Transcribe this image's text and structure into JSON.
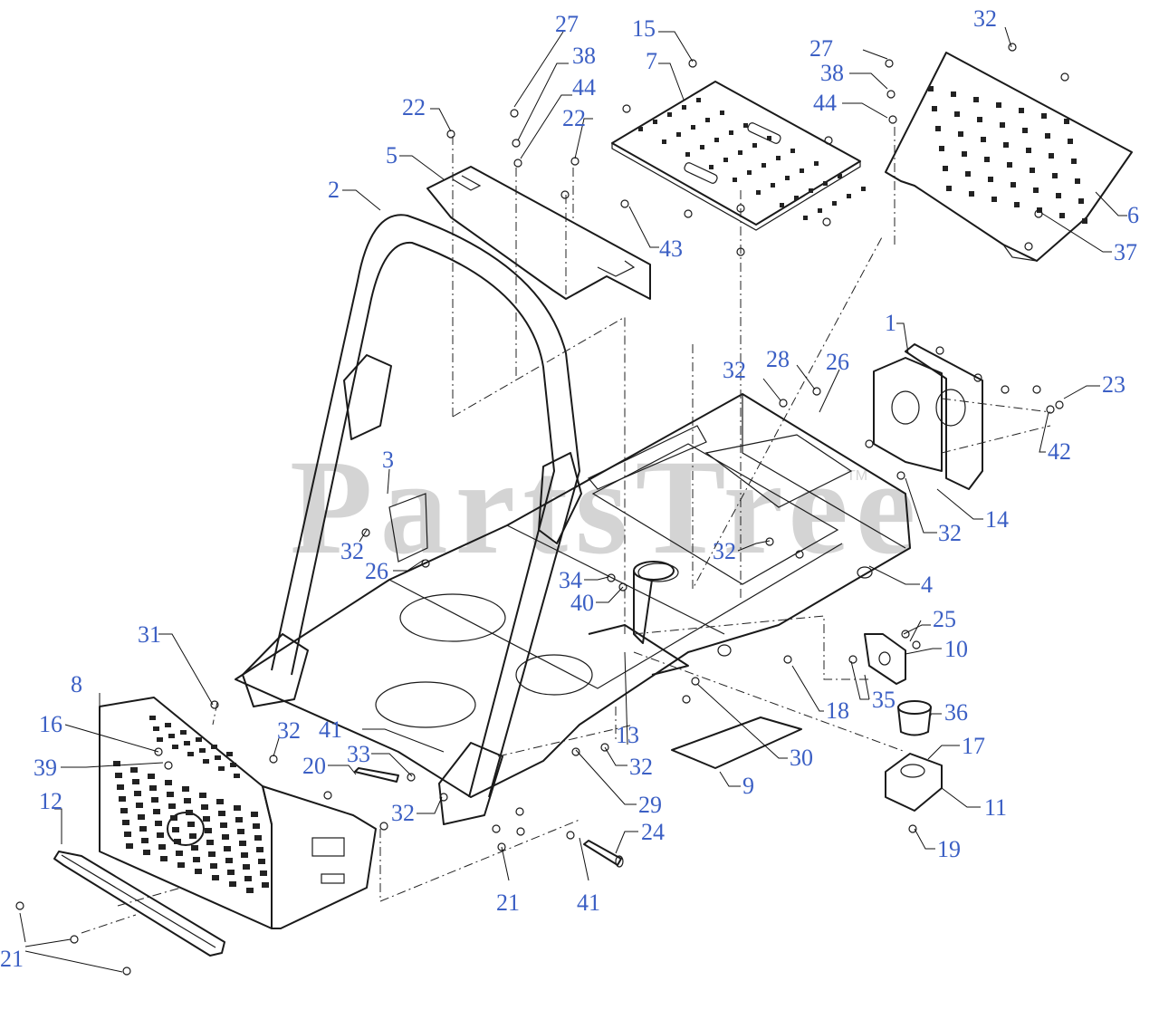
{
  "watermark": {
    "text": "PartsTree",
    "trademark": "TM"
  },
  "callouts": [
    {
      "id": "c27a",
      "text": "27"
    },
    {
      "id": "c38a",
      "text": "38"
    },
    {
      "id": "c44a",
      "text": "44"
    },
    {
      "id": "c22a",
      "text": "22"
    },
    {
      "id": "c22b",
      "text": "22"
    },
    {
      "id": "c15",
      "text": "15"
    },
    {
      "id": "c7",
      "text": "7"
    },
    {
      "id": "c27b",
      "text": "27"
    },
    {
      "id": "c38b",
      "text": "38"
    },
    {
      "id": "c44b",
      "text": "44"
    },
    {
      "id": "c32a",
      "text": "32"
    },
    {
      "id": "c5",
      "text": "5"
    },
    {
      "id": "c2",
      "text": "2"
    },
    {
      "id": "c43",
      "text": "43"
    },
    {
      "id": "c6",
      "text": "6"
    },
    {
      "id": "c37",
      "text": "37"
    },
    {
      "id": "c1",
      "text": "1"
    },
    {
      "id": "c32b",
      "text": "32"
    },
    {
      "id": "c28",
      "text": "28"
    },
    {
      "id": "c26a",
      "text": "26"
    },
    {
      "id": "c23",
      "text": "23"
    },
    {
      "id": "c42",
      "text": "42"
    },
    {
      "id": "c3",
      "text": "3"
    },
    {
      "id": "c32c",
      "text": "32"
    },
    {
      "id": "c14",
      "text": "14"
    },
    {
      "id": "c32d",
      "text": "32"
    },
    {
      "id": "c26b",
      "text": "26"
    },
    {
      "id": "c32e",
      "text": "32"
    },
    {
      "id": "c34",
      "text": "34"
    },
    {
      "id": "c4",
      "text": "4"
    },
    {
      "id": "c40",
      "text": "40"
    },
    {
      "id": "c25",
      "text": "25"
    },
    {
      "id": "c31",
      "text": "31"
    },
    {
      "id": "c10",
      "text": "10"
    },
    {
      "id": "c8",
      "text": "8"
    },
    {
      "id": "c35",
      "text": "35"
    },
    {
      "id": "c18",
      "text": "18"
    },
    {
      "id": "c36",
      "text": "36"
    },
    {
      "id": "c16",
      "text": "16"
    },
    {
      "id": "c32f",
      "text": "32"
    },
    {
      "id": "c41a",
      "text": "41"
    },
    {
      "id": "c13",
      "text": "13"
    },
    {
      "id": "c30",
      "text": "30"
    },
    {
      "id": "c17",
      "text": "17"
    },
    {
      "id": "c39",
      "text": "39"
    },
    {
      "id": "c33",
      "text": "33"
    },
    {
      "id": "c20",
      "text": "20"
    },
    {
      "id": "c32g",
      "text": "32"
    },
    {
      "id": "c9",
      "text": "9"
    },
    {
      "id": "c12",
      "text": "12"
    },
    {
      "id": "c29",
      "text": "29"
    },
    {
      "id": "c11",
      "text": "11"
    },
    {
      "id": "c32h",
      "text": "32"
    },
    {
      "id": "c24",
      "text": "24"
    },
    {
      "id": "c19",
      "text": "19"
    },
    {
      "id": "c21a",
      "text": "21"
    },
    {
      "id": "c41b",
      "text": "41"
    },
    {
      "id": "c21b",
      "text": "21"
    }
  ]
}
